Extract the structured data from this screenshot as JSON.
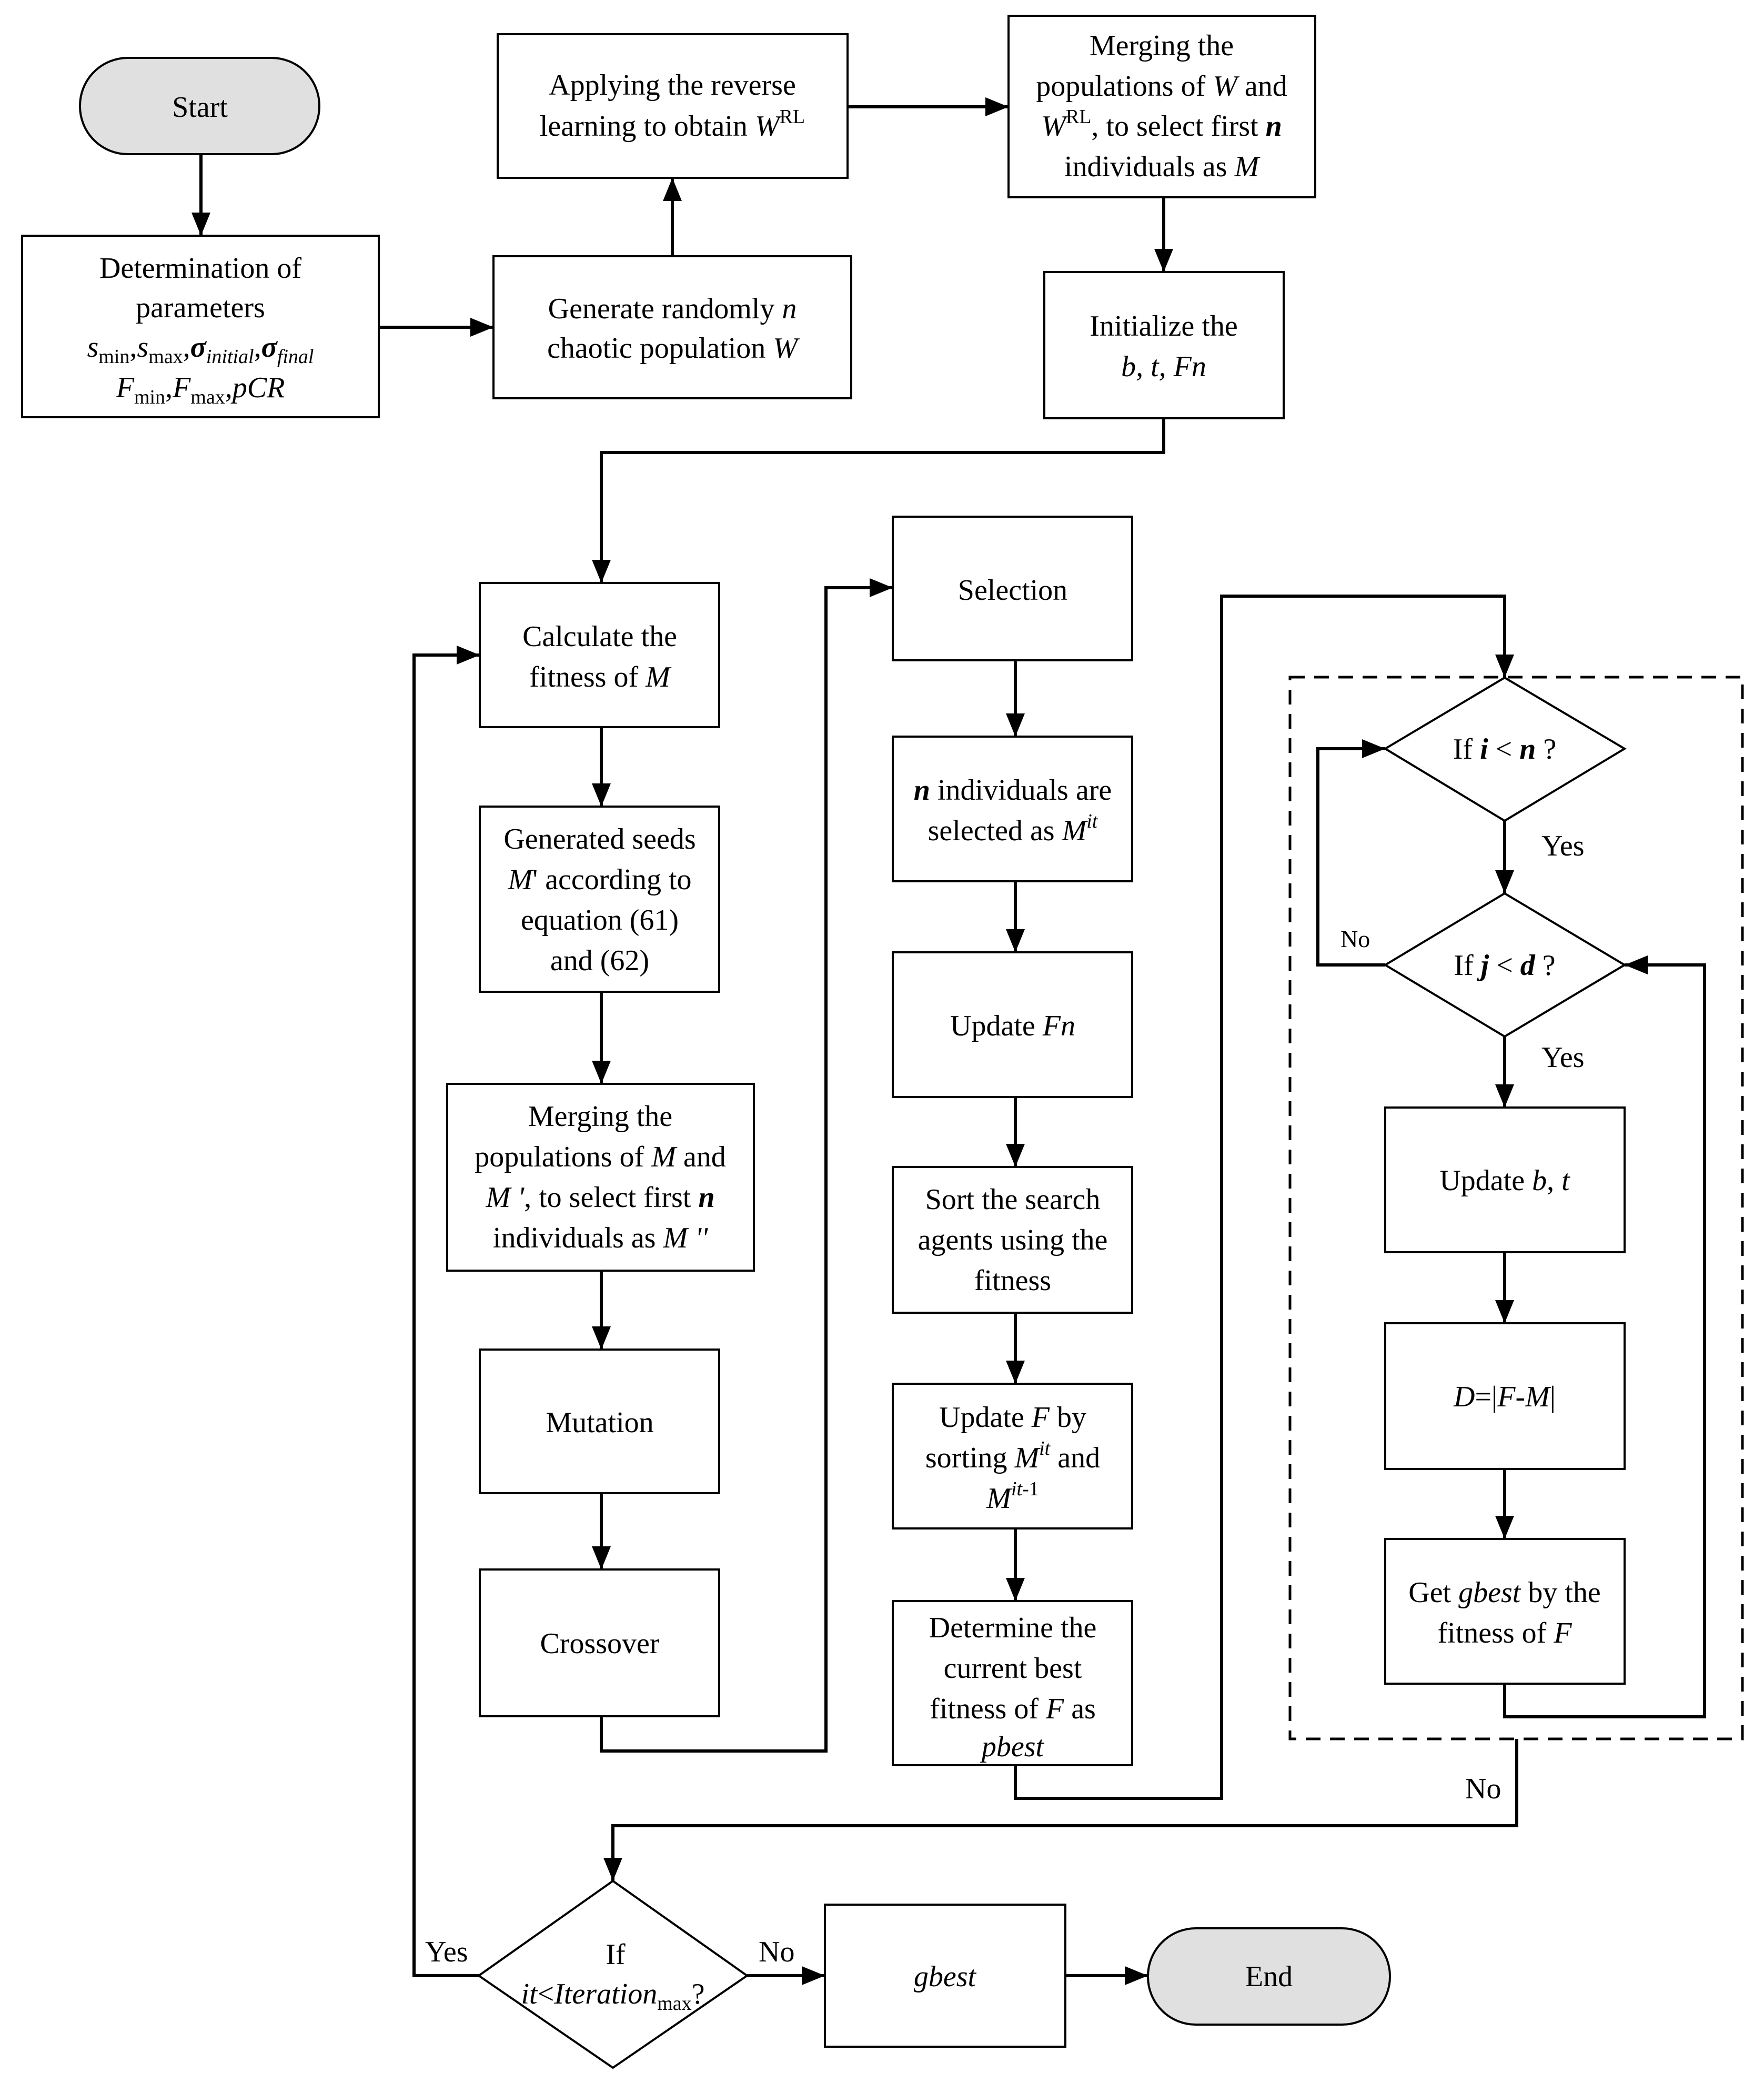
{
  "nodes": {
    "start": {
      "text": "Start"
    },
    "params": {
      "l1": "Determination of",
      "l2": "parameters",
      "s": "s",
      "min": "min",
      "max": "max",
      "sigma": "σ",
      "initial": "initial",
      "final": "final",
      "F": "F",
      "pCR": "pCR",
      "comma": ","
    },
    "generate": {
      "l1a": "Generate randomly ",
      "l1b": "n",
      "l2a": "chaotic population ",
      "l2b": "W"
    },
    "reverse": {
      "l1": "Applying the reverse",
      "l2a": "learning to obtain ",
      "W": "W",
      "sup": "RL"
    },
    "merge1": {
      "l1": "Merging the",
      "l2a": "populations of ",
      "W": "W",
      "l2b": " and",
      "sup": "RL",
      "l3b": ", to select first ",
      "n": "n",
      "l4a": "individuals as ",
      "M": "M"
    },
    "init": {
      "l1": "Initialize the",
      "l2": "b, t, Fn"
    },
    "calc": {
      "l1": "Calculate the",
      "l2a": "fitness of ",
      "M": "M"
    },
    "seeds": {
      "l1": "Generated seeds",
      "M": "M",
      "l2b": "' according to",
      "l3": "equation (61)",
      "l4": "and (62)"
    },
    "merge2": {
      "l1": "Merging the",
      "l2a": "populations of ",
      "M": "M",
      "l2b": " and",
      "l3a": "M '",
      "l3b": ", to select first ",
      "n": "n",
      "l4a": "individuals as ",
      "l4b": "M ''"
    },
    "mutation": {
      "text": "Mutation"
    },
    "crossover": {
      "text": "Crossover"
    },
    "selection": {
      "text": "Selection"
    },
    "nsel": {
      "n": "n",
      "l1b": " individuals are",
      "l2a": "selected as ",
      "M": "M",
      "it": "it"
    },
    "updfn": {
      "a": "Update ",
      "b": "Fn"
    },
    "sort": {
      "l1": "Sort the search",
      "l2": "agents using the",
      "l3": "fitness"
    },
    "updf": {
      "l1a": "Update ",
      "F": "F",
      "l1b": "  by",
      "l2a": "sorting ",
      "M": "M",
      "it": "it",
      "l2b": " and",
      "it1": "it",
      "minus1": "-1"
    },
    "pbest": {
      "l1": "Determine the",
      "l2": "current best",
      "l3a": "fitness of ",
      "F": "F",
      "l3b": " as",
      "l4": "pbest"
    },
    "ifi": {
      "a": "If ",
      "i": "i",
      "op": " < ",
      "n": "n",
      "q": " ?"
    },
    "ifj": {
      "a": "If ",
      "j": "j",
      "op": " < ",
      "d": "d",
      "q": " ?"
    },
    "updbt": {
      "a": "Update ",
      "b": "b",
      "c": ", ",
      "t": "t"
    },
    "dist": {
      "D": "D",
      "eq": "=|",
      "F": "F",
      "m": "-",
      "M": "M",
      "e": "|"
    },
    "getg": {
      "l1a": "Get ",
      "g": "gbest",
      "l1b": " by the",
      "l2a": "fitness of ",
      "F": "F"
    },
    "ifit": {
      "l1": "If",
      "it": "it",
      "lt": "<",
      "Iter": "Iteration",
      "max": "max",
      "q": "?"
    },
    "gbest": {
      "text": "gbest"
    },
    "end": {
      "text": "End"
    }
  },
  "labels": {
    "yes_i": "Yes",
    "yes_j": "Yes",
    "no_j": "No",
    "no_box": "No",
    "yes_loop": "Yes",
    "no_out": "No"
  }
}
